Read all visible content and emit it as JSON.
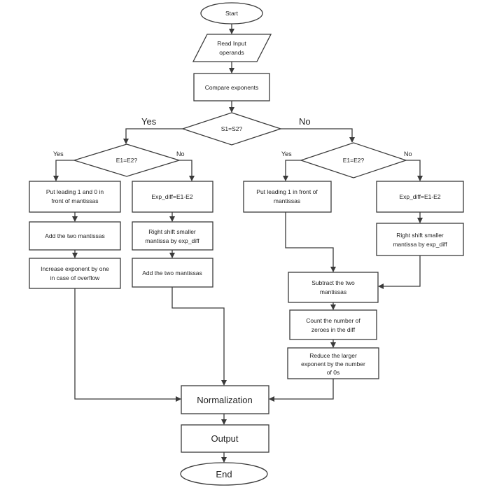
{
  "nodes": {
    "start": "Start",
    "read_input": [
      "Read Input",
      "operands"
    ],
    "compare_exponents": "Compare exponents",
    "sign_check": "S1=S2?",
    "left_exp_check": "E1=E2?",
    "right_exp_check": "E1=E2?",
    "put_leading_1_and_0": [
      "Put leading 1 and 0 in",
      "front of mantissas"
    ],
    "exp_diff_left": "Exp_diff=E1-E2",
    "put_leading_1": [
      "Put leading 1 in front of",
      "mantissas"
    ],
    "exp_diff_right": "Exp_diff=E1-E2",
    "add_mantissas_a": "Add the two mantissas",
    "right_shift_left": [
      "Right shift smaller",
      "mantissa by exp_diff"
    ],
    "right_shift_right": [
      "Right shift smaller",
      "mantissa by exp_diff"
    ],
    "increase_exponent": [
      "Increase exponent by one",
      "in case of overflow"
    ],
    "add_mantissas_b": "Add the two mantissas",
    "subtract_mantissas": [
      "Subtract the two",
      "mantissas"
    ],
    "count_zeroes": [
      "Count the number of",
      "zeroes in the diff"
    ],
    "reduce_exponent": [
      "Reduce the larger",
      "exponent by the number",
      "of 0s"
    ],
    "normalization": "Normalization",
    "output": "Output",
    "end": "End"
  },
  "branches": {
    "sign_yes": "Yes",
    "sign_no": "No",
    "left_yes": "Yes",
    "left_no": "No",
    "right_yes": "Yes",
    "right_no": "No"
  }
}
